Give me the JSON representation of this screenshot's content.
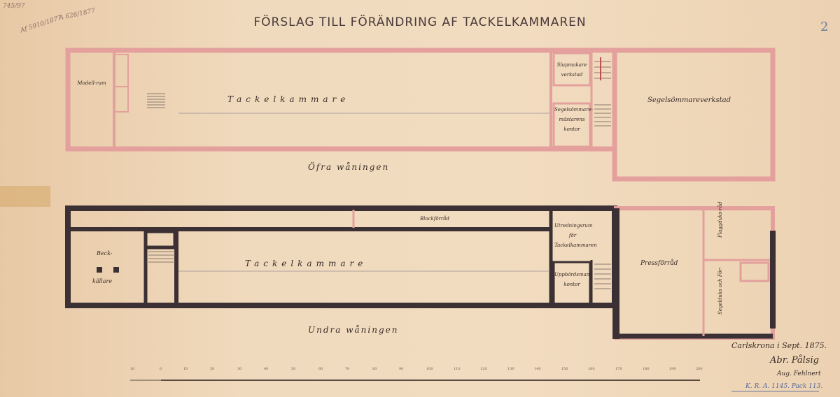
{
  "title": "FÖRSLAG TILL FÖRÄNDRING AF TACKELKAMMAREN",
  "sheet_number": "2",
  "archive_notes": [
    "745/97",
    "Af 5910/1877",
    "A 626/1877"
  ],
  "upper_floor": {
    "label": "Öfra wåningen",
    "rooms": {
      "model_room": "Modell-rum",
      "main_hall": "Tackelkammare",
      "flag_workshop": "Slupmakare verkstad",
      "sailmaker_office": "Segelsömmare-mästarens kontor",
      "sail_workshop": "Segelsömmareverkstad"
    }
  },
  "lower_floor": {
    "label": "Undra wåningen",
    "rooms": {
      "block_store": "Blockförråd",
      "pitch_cellar_1": "Beck-",
      "pitch_cellar_2": "källare",
      "main_hall": "Tackelkammare",
      "fitting_room": "Utredningsrum för Tackelkammaren",
      "clerk_office": "Uppbördsmans kontor",
      "press_store": "Pressförråd",
      "flag_store": "Flaggduks-råd",
      "sailcloth_store": "Segelduks och För-"
    }
  },
  "signature": {
    "place_date": "Carlskrona i Sept. 1875.",
    "name": "Abr. Pålsig",
    "approved": "Aug. Fehlnert",
    "archive_ref": "K. R. A. 1145. Pack 113."
  },
  "scale_bar": {
    "ticks": [
      "10",
      "0",
      "10",
      "20",
      "30",
      "40",
      "50",
      "60",
      "70",
      "80",
      "90",
      "100",
      "110",
      "120",
      "130",
      "140",
      "150",
      "160",
      "170",
      "180",
      "190",
      "200"
    ]
  },
  "colors": {
    "pink_wall": "#e3a09c",
    "dark_wall": "#3b3033",
    "paper": "#f0dabd"
  }
}
